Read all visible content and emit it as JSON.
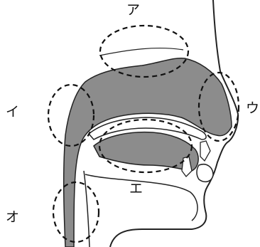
{
  "diagram": {
    "colors": {
      "cavity_fill": "#8c8c8c",
      "outline": "#222222",
      "circle_stroke": "#111111",
      "background": "#ffffff"
    },
    "regions": [
      {
        "id": "a",
        "label": "ア"
      },
      {
        "id": "i",
        "label": "イ"
      },
      {
        "id": "u",
        "label": "ウ"
      },
      {
        "id": "e",
        "label": "エ"
      },
      {
        "id": "o",
        "label": "オ"
      }
    ]
  }
}
